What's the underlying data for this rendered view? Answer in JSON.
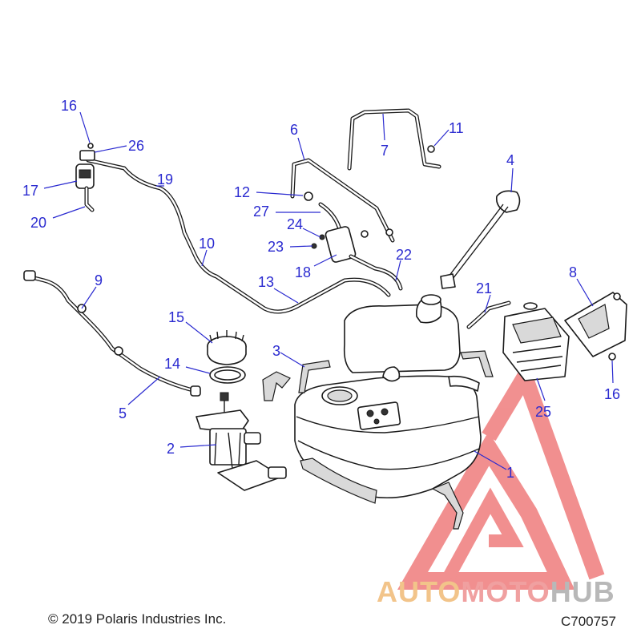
{
  "diagram": {
    "callouts": [
      {
        "id": "c16a",
        "label": "16"
      },
      {
        "id": "c26",
        "label": "26"
      },
      {
        "id": "c17",
        "label": "17"
      },
      {
        "id": "c20",
        "label": "20"
      },
      {
        "id": "c19",
        "label": "19"
      },
      {
        "id": "c10",
        "label": "10"
      },
      {
        "id": "c9",
        "label": "9"
      },
      {
        "id": "c5",
        "label": "5"
      },
      {
        "id": "c15",
        "label": "15"
      },
      {
        "id": "c14",
        "label": "14"
      },
      {
        "id": "c2",
        "label": "2"
      },
      {
        "id": "c6",
        "label": "6"
      },
      {
        "id": "c7",
        "label": "7"
      },
      {
        "id": "c11",
        "label": "11"
      },
      {
        "id": "c12",
        "label": "12"
      },
      {
        "id": "c27",
        "label": "27"
      },
      {
        "id": "c24",
        "label": "24"
      },
      {
        "id": "c23",
        "label": "23"
      },
      {
        "id": "c18",
        "label": "18"
      },
      {
        "id": "c22",
        "label": "22"
      },
      {
        "id": "c13",
        "label": "13"
      },
      {
        "id": "c3",
        "label": "3"
      },
      {
        "id": "c4",
        "label": "4"
      },
      {
        "id": "c21",
        "label": "21"
      },
      {
        "id": "c8",
        "label": "8"
      },
      {
        "id": "c25",
        "label": "25"
      },
      {
        "id": "c16b",
        "label": "16"
      },
      {
        "id": "c1",
        "label": "1"
      }
    ]
  },
  "footer": {
    "copyright": "© 2019 Polaris Industries Inc.",
    "figure_code": "C700757"
  },
  "watermark": {
    "word1": "AUTO",
    "word2": "MOTO",
    "word3": "HUB",
    "colors": {
      "auto": "#f2c48a",
      "moto": "#f0a0a0",
      "hub": "#b8b8b8",
      "triangle": "#ef7c7c"
    }
  },
  "colors": {
    "callout": "#2a2ad0",
    "line": "#1a1a1a"
  }
}
